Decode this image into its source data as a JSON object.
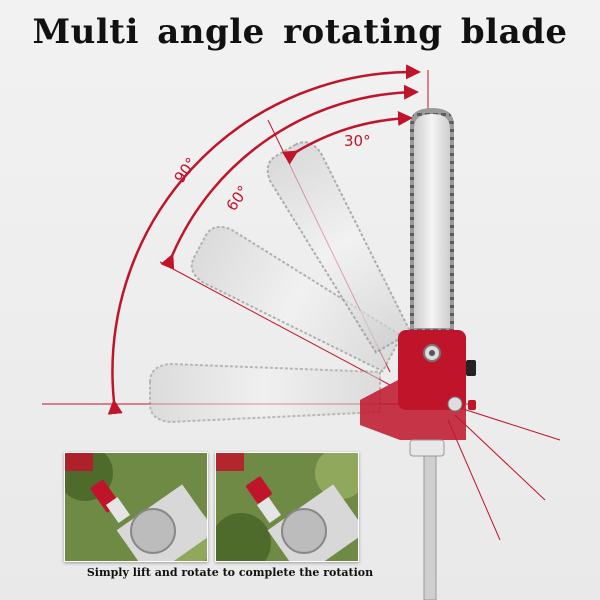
{
  "title": "Multi angle rotating blade",
  "caption": "Simply lift and rotate to complete the rotation",
  "angle_labels": [
    "30°",
    "60°",
    "90°"
  ],
  "colors": {
    "accent_red": "#c0142a",
    "blade_gray": "#d9d9d9",
    "chain_dark": "#6b6b6b",
    "background": "#ececec"
  },
  "icons": [
    "rotation-arrow-icon",
    "knob-icon"
  ]
}
